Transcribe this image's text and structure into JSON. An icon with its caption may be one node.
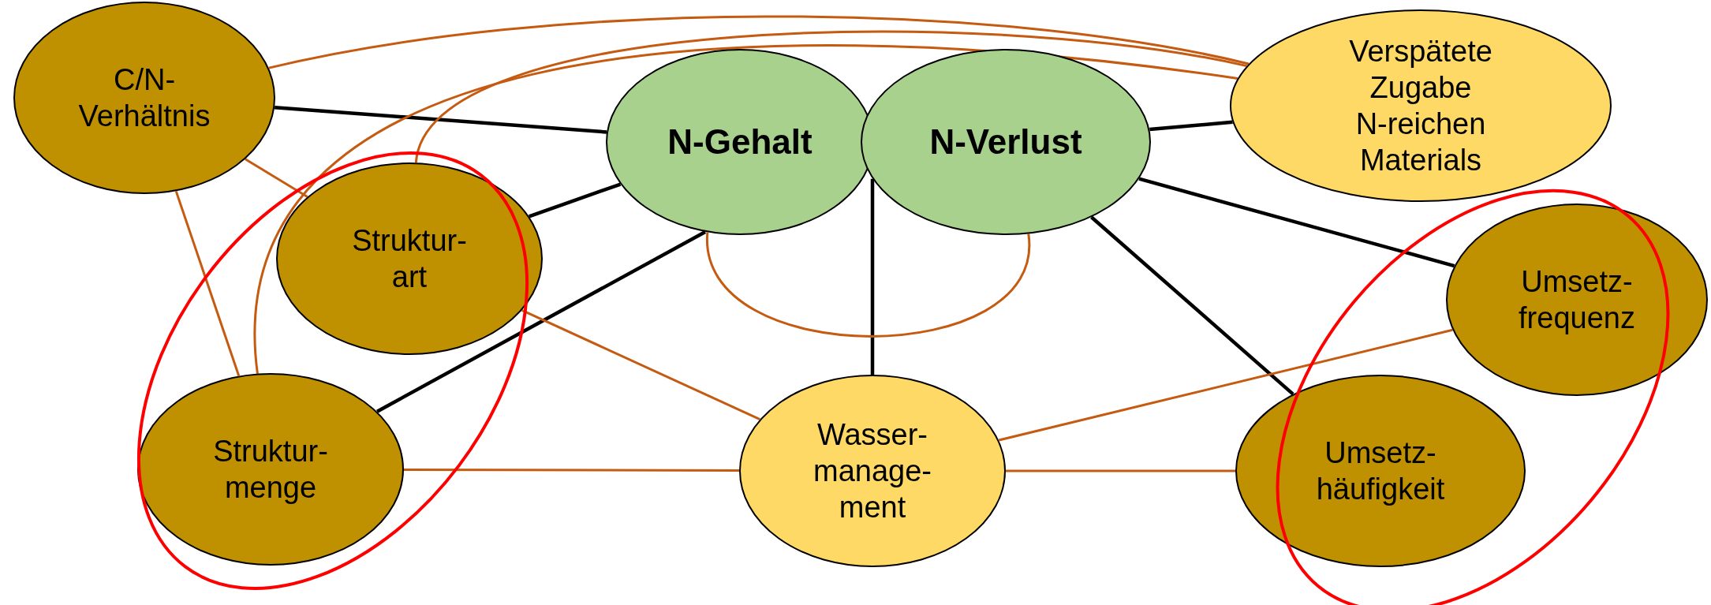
{
  "diagram": {
    "nodes": [
      {
        "text": [
          "C/N- Verhältnis"
        ]
      },
      {
        "text": [
          "N-Gehalt"
        ]
      },
      {
        "text": [
          "N-Verlust"
        ]
      },
      {
        "text": [
          "Verspätete Zugabe N-reichen Materials"
        ]
      },
      {
        "text": [
          "Struktur- art"
        ]
      },
      {
        "text": [
          "Umsetz- frequenz"
        ]
      },
      {
        "text": [
          "Struktur- menge"
        ]
      },
      {
        "text": [
          "Wasser- manage- ment"
        ]
      },
      {
        "text": [
          "Umsetz- häufigkeit"
        ]
      }
    ],
    "edges": [
      {
        "from": 0,
        "to": 1,
        "arrow": "none",
        "color": "#000000"
      },
      {
        "from": 3,
        "to": 2,
        "arrow": "none",
        "color": "#000000"
      },
      {
        "from": 4,
        "to": 1,
        "arrow": "none",
        "color": "#000000"
      },
      {
        "from": 6,
        "to": 1,
        "arrow": "none",
        "color": "#000000"
      },
      {
        "from": 2,
        "to": 7,
        "arrow": "none",
        "color": "#000000"
      },
      {
        "from": 2,
        "to": 5,
        "arrow": "none",
        "color": "#000000"
      },
      {
        "from": 2,
        "to": 8,
        "arrow": "none",
        "color": "#000000"
      },
      {
        "from": 1,
        "to": 2,
        "arrow": "none"
      },
      {
        "from": 0,
        "to": 3,
        "arrow": "none"
      },
      {
        "from": 4,
        "to": 3,
        "arrow": "none"
      },
      {
        "from": 6,
        "to": 3,
        "arrow": "none"
      },
      {
        "from": 0,
        "to": 4,
        "arrow": "none"
      },
      {
        "from": 0,
        "to": 6,
        "arrow": "none"
      },
      {
        "from": 4,
        "to": 7,
        "arrow": "none"
      },
      {
        "from": 6,
        "to": 7,
        "arrow": "none"
      },
      {
        "from": 7,
        "to": 5,
        "arrow": "none"
      },
      {
        "from": 7,
        "to": 8,
        "arrow": "none"
      }
    ]
  }
}
